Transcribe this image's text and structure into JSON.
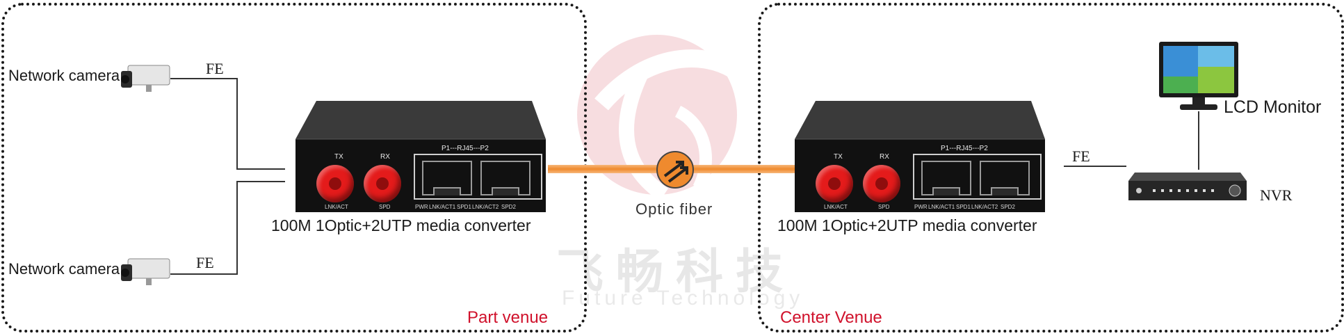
{
  "left_venue": {
    "label": "Part venue",
    "cameras": [
      {
        "label": "Network camera",
        "link": "FE"
      },
      {
        "label": "Network camera",
        "link": "FE"
      }
    ],
    "converter": {
      "caption": "100M 1Optic+2UTP  media converter",
      "tx": "TX",
      "rx": "RX",
      "rj_title": "P1---RJ45---P2",
      "led_labels": [
        "LNK/ACT",
        "SPD",
        "PWR",
        "LNK/ACT1",
        "SPD1",
        "LNK/ACT2",
        "SPD2"
      ]
    }
  },
  "fiber": {
    "label": "Optic fiber"
  },
  "right_venue": {
    "label": "Center  Venue",
    "link": "FE",
    "nvr": "NVR",
    "monitor": "LCD Monitor",
    "converter": {
      "caption": "100M 1Optic+2UTP  media converter",
      "tx": "TX",
      "rx": "RX",
      "rj_title": "P1---RJ45---P2",
      "led_labels": [
        "LNK/ACT",
        "SPD",
        "PWR",
        "LNK/ACT1",
        "SPD1",
        "LNK/ACT2",
        "SPD2"
      ]
    }
  },
  "watermark": {
    "cn": "飞畅科技",
    "en": "Future Technology"
  },
  "colors": {
    "venue_label": "#d0112b",
    "fiber": "#ef8a2e",
    "box_border": "#1a1a1a"
  }
}
